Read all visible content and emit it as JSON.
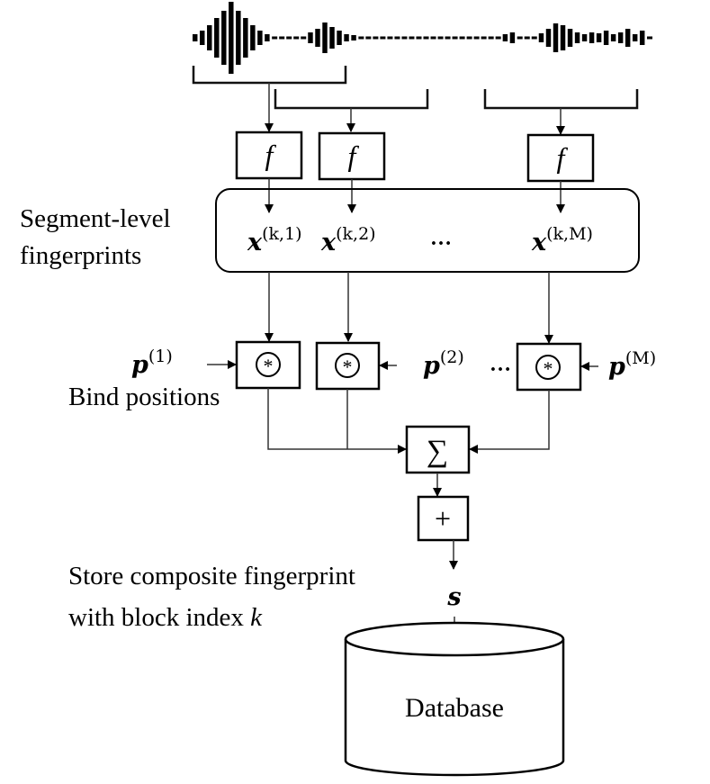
{
  "labels": {
    "segment_line1": "Segment-level",
    "segment_line2": "fingerprints",
    "bind": "Bind positions",
    "store_line1": "Store composite fingerprint",
    "store_line2": "with block index ",
    "store_k": "k"
  },
  "function_symbol": "f",
  "fingerprints": [
    {
      "base": "x",
      "sup": "(k,1)"
    },
    {
      "base": "x",
      "sup": "(k,2)"
    },
    {
      "base": "x",
      "sup": "(k,M)"
    }
  ],
  "positions": [
    {
      "base": "p",
      "sup": "(1)"
    },
    {
      "base": "p",
      "sup": "(2)"
    },
    {
      "base": "p",
      "sup": "(M)"
    }
  ],
  "ellipsis": "…",
  "bind_operator": "⊛",
  "sum_symbol": "∑",
  "plus_symbol": "+",
  "composite": "s",
  "database": "Database"
}
